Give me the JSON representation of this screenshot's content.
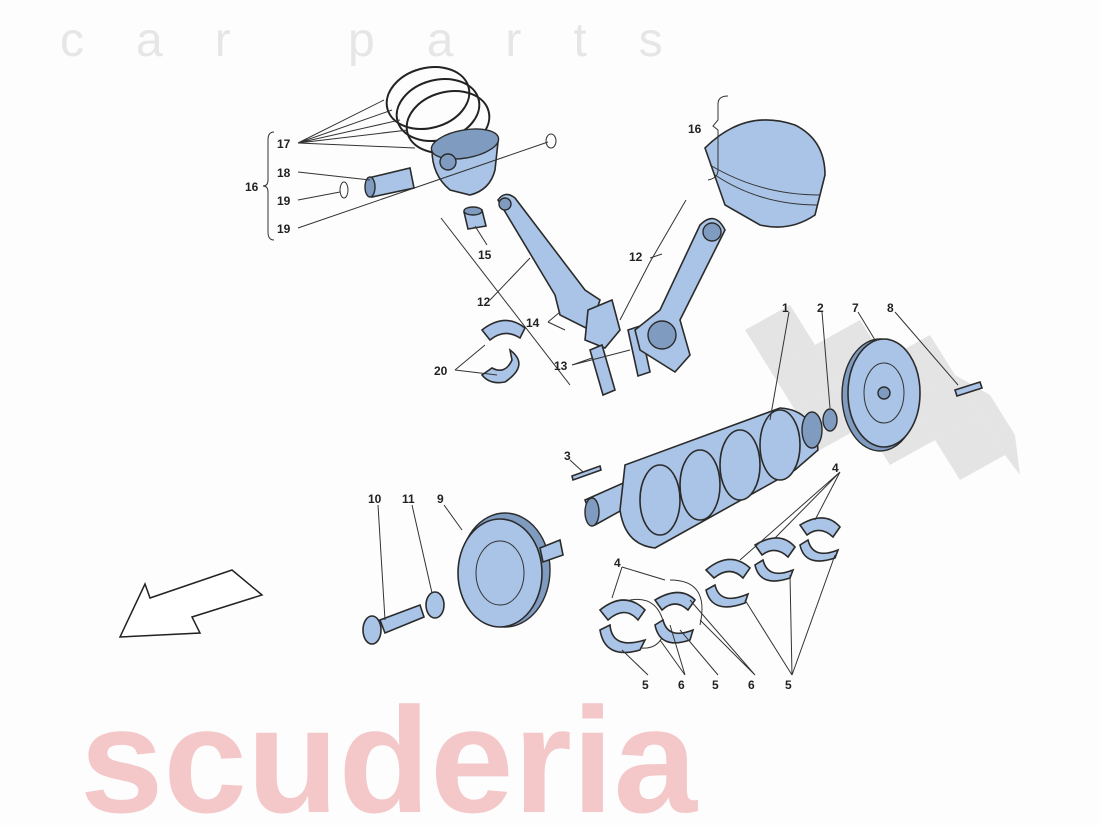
{
  "watermark": {
    "brand": "scuderia",
    "sub": "car parts",
    "accent": "#f4c7c9"
  },
  "colors": {
    "part_fill": "#a9c4e6",
    "outline": "#2b2b2b"
  },
  "callouts": [
    "17",
    "18",
    "16",
    "19",
    "19",
    "16",
    "15",
    "12",
    "12",
    "14",
    "20",
    "13",
    "1",
    "2",
    "7",
    "8",
    "3",
    "10",
    "11",
    "9",
    "4",
    "4",
    "5",
    "6",
    "5",
    "6",
    "5"
  ],
  "direction_arrow": "front-arrow-icon"
}
